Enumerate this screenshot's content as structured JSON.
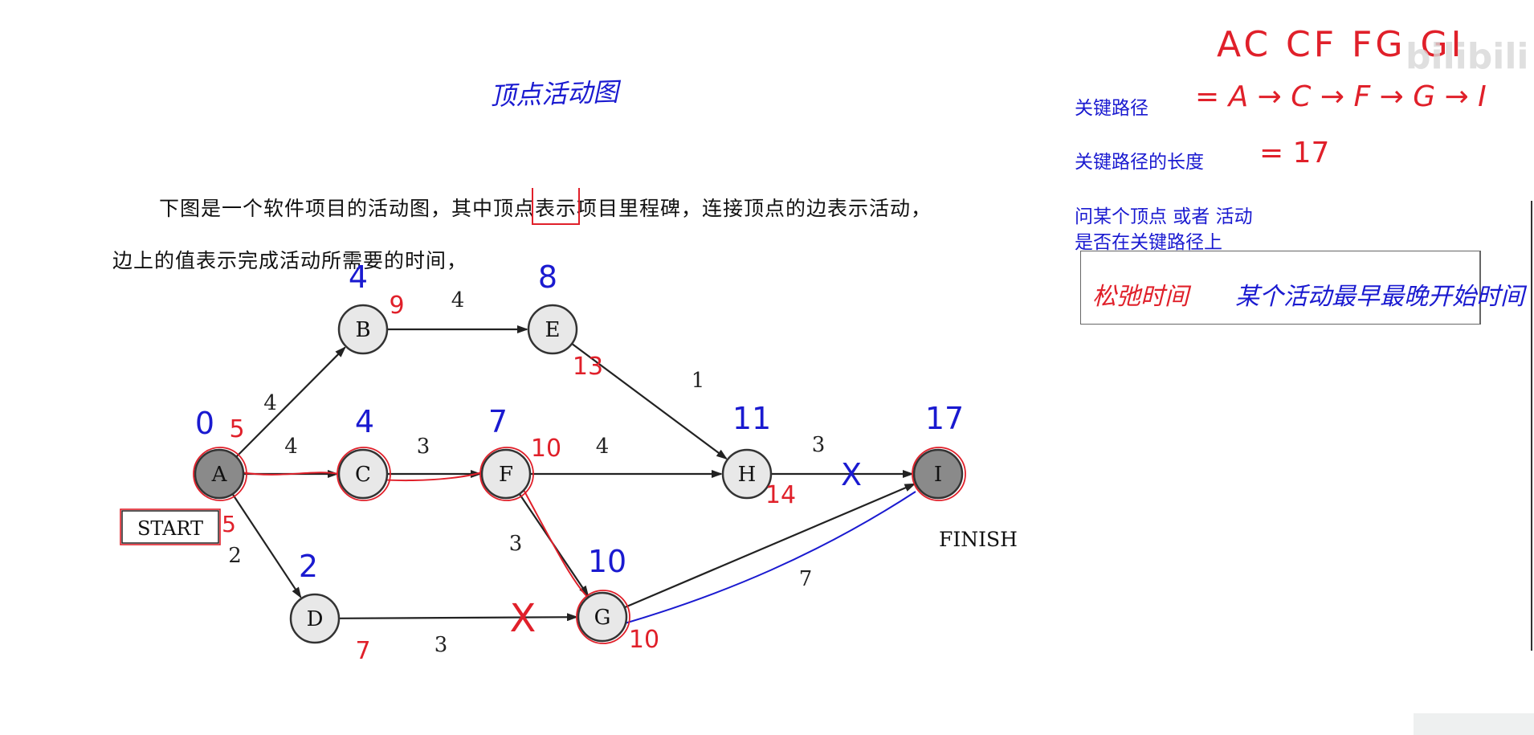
{
  "title_handwritten": "顶点活动图",
  "paragraph": {
    "line1": "下图是一个软件项目的活动图，其中顶点表示项目里程碑，连接顶点的边表示活动，",
    "line2": "边上的值表示完成活动所需要的时间，"
  },
  "diagram": {
    "nodes": [
      {
        "id": "A",
        "label": "A",
        "earliest": "0",
        "latest": "5",
        "filled": true
      },
      {
        "id": "B",
        "label": "B",
        "earliest": "4",
        "latest": "9",
        "filled": false
      },
      {
        "id": "C",
        "label": "C",
        "earliest": "4",
        "latest": "",
        "filled": false
      },
      {
        "id": "D",
        "label": "D",
        "earliest": "2",
        "latest": "7",
        "filled": false
      },
      {
        "id": "E",
        "label": "E",
        "earliest": "8",
        "latest": "13",
        "filled": false
      },
      {
        "id": "F",
        "label": "F",
        "earliest": "7",
        "latest": "10",
        "filled": false
      },
      {
        "id": "G",
        "label": "G",
        "earliest": "10",
        "latest": "10",
        "filled": false
      },
      {
        "id": "H",
        "label": "H",
        "earliest": "11",
        "latest": "14",
        "filled": false
      },
      {
        "id": "I",
        "label": "I",
        "earliest": "17",
        "latest": "",
        "filled": true
      }
    ],
    "edges": [
      {
        "from": "A",
        "to": "B",
        "weight": "4"
      },
      {
        "from": "A",
        "to": "C",
        "weight": "4"
      },
      {
        "from": "A",
        "to": "D",
        "weight": "2"
      },
      {
        "from": "B",
        "to": "E",
        "weight": "4"
      },
      {
        "from": "C",
        "to": "F",
        "weight": "3"
      },
      {
        "from": "D",
        "to": "G",
        "weight": "3"
      },
      {
        "from": "E",
        "to": "H",
        "weight": "1"
      },
      {
        "from": "F",
        "to": "H",
        "weight": "4"
      },
      {
        "from": "F",
        "to": "G",
        "weight": "3"
      },
      {
        "from": "H",
        "to": "I",
        "weight": "3"
      },
      {
        "from": "G",
        "to": "I",
        "weight": "7"
      }
    ],
    "start_label": "START",
    "start_annotation": "5",
    "finish_label": "FINISH",
    "slack_marks": [
      "X",
      "X"
    ]
  },
  "sidebar": {
    "top_path_handwritten": "AC CF FG GI",
    "critical_path_label": "关键路径",
    "critical_path_value": "= A → C → F → G → I",
    "critical_length_label": "关键路径的长度",
    "critical_length_value": "= 17",
    "question_line1": "问某个顶点  或者  活动",
    "question_line2": "是否在关键路径上",
    "answer_red": "松弛时间",
    "answer_blue": "某个活动最早最晚开始时间"
  },
  "watermark": "bilibili",
  "colors": {
    "handwritten_blue": "#1a1ad0",
    "handwritten_red": "#e0202a",
    "node_fill": "#e8e8e8",
    "node_fill_dark": "#8a8a8a"
  }
}
